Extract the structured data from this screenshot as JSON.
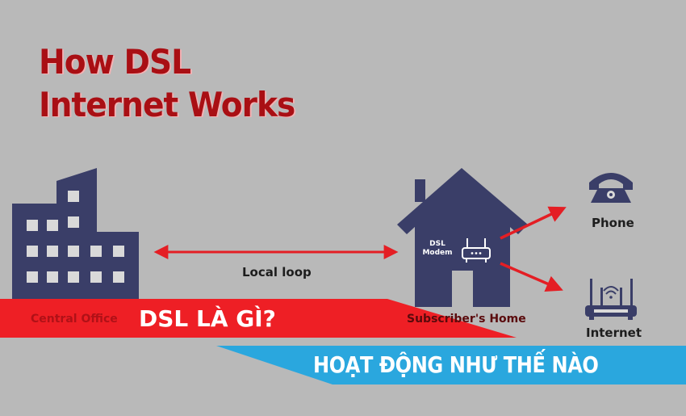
{
  "title": {
    "line1": "How DSL",
    "line2": "Internet Works"
  },
  "labels": {
    "central_office": "Central Office",
    "local_loop": "Local loop",
    "subscriber_home": "Subscriber's Home",
    "phone": "Phone",
    "internet": "Internet",
    "modem_line1": "DSL",
    "modem_line2": "Modem"
  },
  "banner": {
    "red_text": "DSL LÀ GÌ?",
    "blue_text": "HOẠT ĐỘNG NHƯ THẾ NÀO"
  },
  "colors": {
    "background": "#b9b9b9",
    "title_red": "#a90f14",
    "icon_navy": "#3a3e68",
    "arrow_red": "#e41e24",
    "banner_red": "#ee1f25",
    "banner_blue": "#2aa7de"
  },
  "icons": [
    "building-icon",
    "house-icon",
    "modem-icon",
    "telephone-icon",
    "wifi-router-icon"
  ]
}
